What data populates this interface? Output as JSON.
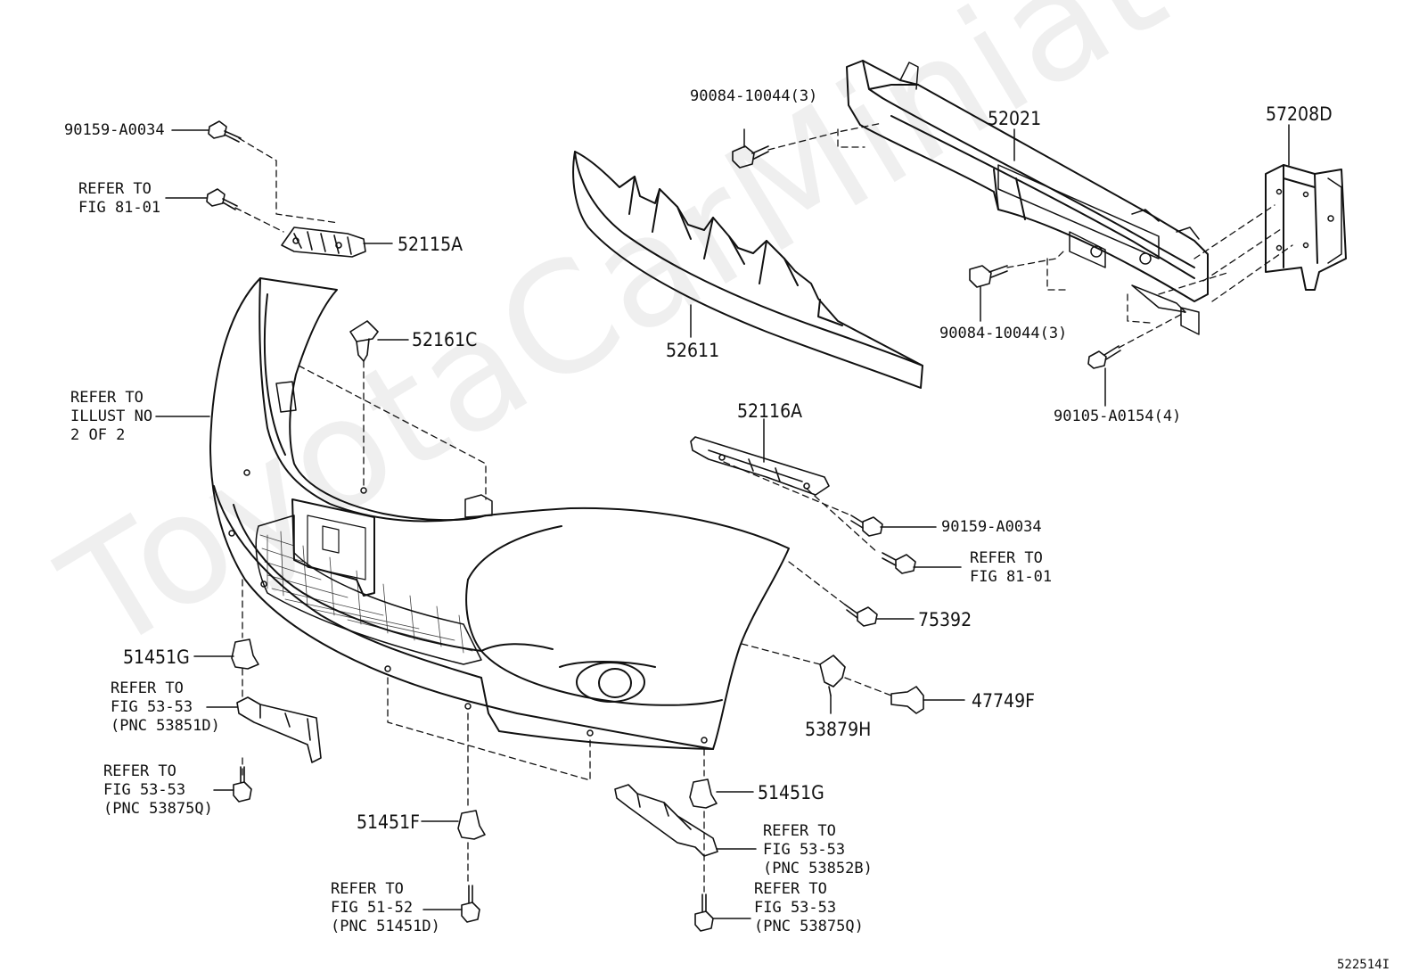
{
  "watermark": "ToyotaCarMiniatures.ru",
  "illustration_id": "522514I",
  "callouts": {
    "bolt_top_left": "90159-A0034",
    "refer_top_left": "REFER TO\nFIG 81-01",
    "retainer_left": "52115A",
    "clip_center": "52161C",
    "bumper_cover": "REFER TO\nILLUST NO\n2 OF 2",
    "absorber": "52611",
    "bolt_reinforce_top": "90084-10044(3)",
    "reinforcement": "52021",
    "bracket_right": "57208D",
    "bolt_reinforce_bottom": "90084-10044(3)",
    "bolt_bracket": "90105-A0154(4)",
    "retainer_right": "52116A",
    "bolt_right_a": "90159-A0034",
    "refer_right_a": "REFER TO\nFIG 81-01",
    "screw_75392": "75392",
    "clip_47749F": "47749F",
    "bracket_53879H": "53879H",
    "nut_left": "51451G",
    "refer_left_53851D": "REFER TO\nFIG 53-53\n(PNC 53851D)",
    "refer_left_53875Q": "REFER TO\nFIG 53-53\n(PNC 53875Q)",
    "nut_center": "51451F",
    "refer_center_51451D": "REFER TO\nFIG 51-52\n(PNC 51451D)",
    "nut_right": "51451G",
    "refer_right_53852B": "REFER TO\nFIG 53-53\n(PNC 53852B)",
    "refer_right_53875Q": "REFER TO\nFIG 53-53\n(PNC 53875Q)"
  }
}
